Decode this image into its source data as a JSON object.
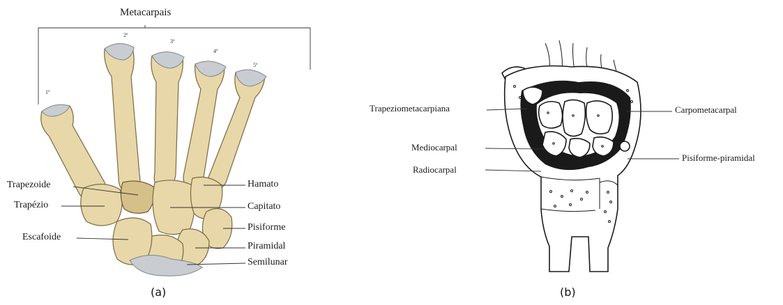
{
  "panel_a": {
    "caption": "(a)",
    "title": "Metacarpais",
    "digits": [
      "1º",
      "2º",
      "3º",
      "4º",
      "5º"
    ],
    "labels": {
      "trapezoide": "Trapezoide",
      "trapezio": "Trapézio",
      "escafoide": "Escafoide",
      "hamato": "Hamato",
      "capitato": "Capitato",
      "pisiforme": "Pisiforme",
      "piramidal": "Piramidal",
      "semilunar": "Semilunar"
    }
  },
  "panel_b": {
    "caption": "(b)",
    "labels": {
      "trapeziometacarpiana": "Trapeziometacarpiana",
      "mediocarpal": "Mediocarpal",
      "radiocarpal": "Radiocarpal",
      "carpometacarpal": "Carpometacarpal",
      "pisiforme_piramidal": "Pisiforme-piramidal"
    }
  }
}
